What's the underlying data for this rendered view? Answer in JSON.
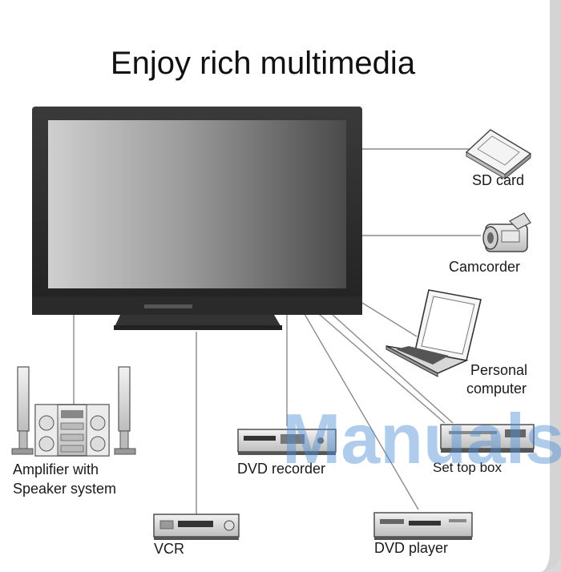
{
  "title": "Enjoy rich multimedia",
  "watermark": "Manuals",
  "devices": {
    "sd_card": "SD card",
    "camcorder": "Camcorder",
    "pc_line1": "Personal",
    "pc_line2": "computer",
    "amp_line1": "Amplifier with",
    "amp_line2": "Speaker system",
    "dvd_recorder": "DVD recorder",
    "set_top_box": "Set top box",
    "vcr": "VCR",
    "dvd_player": "DVD player"
  }
}
